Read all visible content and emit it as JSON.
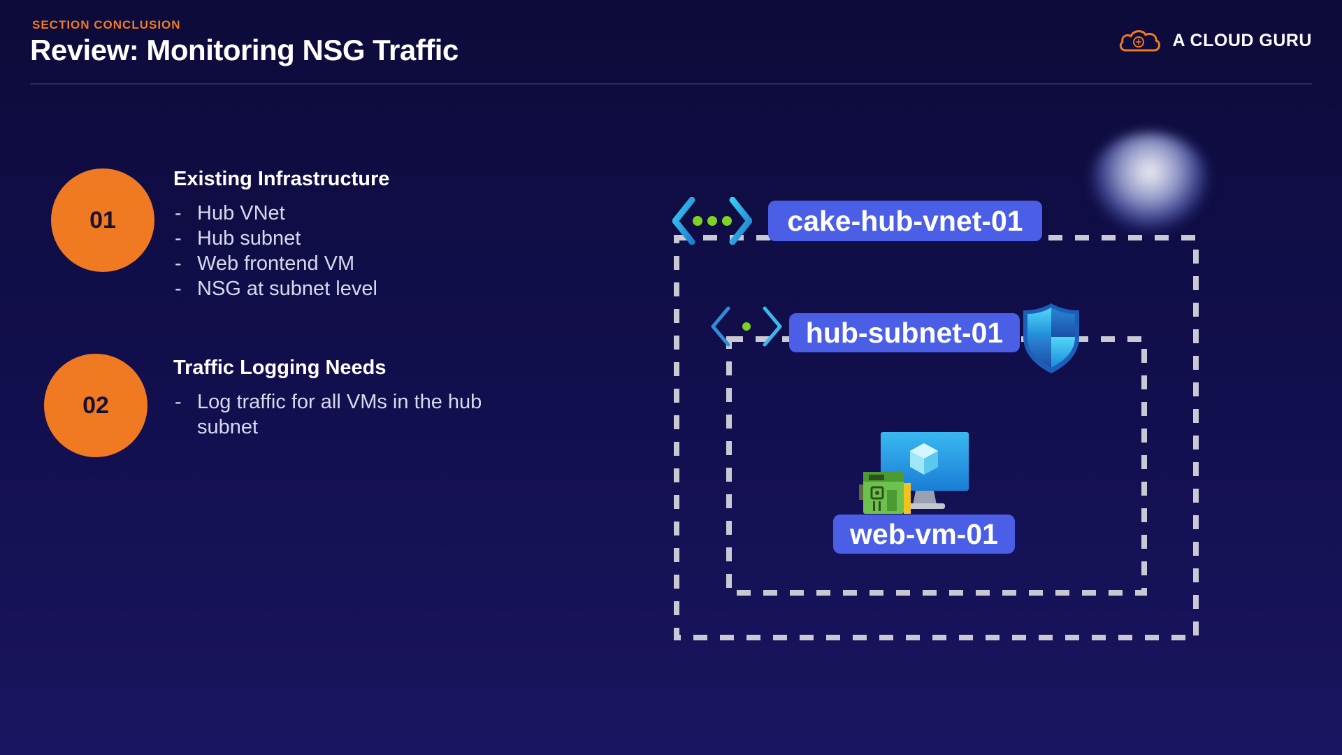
{
  "header": {
    "section_label": "SECTION CONCLUSION",
    "title": "Review: Monitoring NSG Traffic",
    "brand_name": "A CLOUD GURU",
    "brand_icon": "cloud-logo-icon"
  },
  "items": [
    {
      "number": "01",
      "heading": "Existing Infrastructure",
      "bullets": [
        "Hub VNet",
        "Hub subnet",
        "Web frontend VM",
        "NSG at subnet level"
      ]
    },
    {
      "number": "02",
      "heading": "Traffic Logging Needs",
      "bullets": [
        "Log traffic for all VMs in the hub subnet"
      ]
    }
  ],
  "diagram": {
    "vnet_label": "cake-hub-vnet-01",
    "subnet_label": "hub-subnet-01",
    "vm_label": "web-vm-01",
    "icons": [
      "vnet-icon",
      "subnet-icon",
      "nsg-shield-icon",
      "vm-monitor-icon",
      "nic-icon"
    ],
    "colors": {
      "accent": "#f07a22",
      "tag": "#4b5ee6",
      "dash": "#c9c9d4"
    }
  }
}
